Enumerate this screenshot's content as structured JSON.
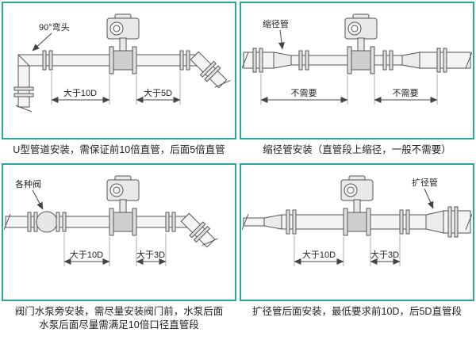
{
  "colors": {
    "accent": "#2aa69b",
    "line": "#444444",
    "caption_text": "#222222"
  },
  "panels": [
    {
      "name": "u-pipe",
      "callout": "90°弯头",
      "dim_left": "大于10D",
      "dim_right": "大于5D",
      "caption": "U型管道安装，需保证前10倍直管，后面5倍直管"
    },
    {
      "name": "reducer",
      "callout": "缩径管",
      "dim_left": "不需要",
      "dim_right": "不需要",
      "caption": "缩径管安装（直管段上缩径，一般不需要）"
    },
    {
      "name": "valve-pump",
      "callout": "各种阀",
      "dim_left": "大于10D",
      "dim_right": "大于3D",
      "caption": "阀门水泵旁安装，需尽量安装阀门前，水泵后面",
      "caption2": "水泵后面尽量需满足10倍口径直管段"
    },
    {
      "name": "expander",
      "callout": "扩径管",
      "dim_left": "大于10D",
      "dim_right": "大于3D",
      "caption": "扩径管后面安装，最低要求前10D，后5D直管段"
    }
  ]
}
